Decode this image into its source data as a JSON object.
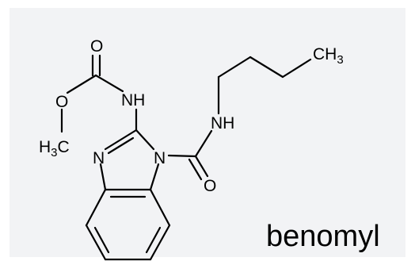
{
  "compound": {
    "name": "benomyl",
    "atoms": {
      "carbonyl_o_top": "O",
      "ester_o": "O",
      "methyl_h": "H",
      "methyl_h_count": "3",
      "methyl_c": "C",
      "carbamate_nh": "NH",
      "ring_n": "N",
      "ring_n1": "N",
      "urea_nh": "NH",
      "urea_o": "O",
      "butyl_c": "CH",
      "butyl_h_count": "3"
    }
  },
  "colors": {
    "background": "#f2f3f5",
    "ink": "#000000"
  }
}
